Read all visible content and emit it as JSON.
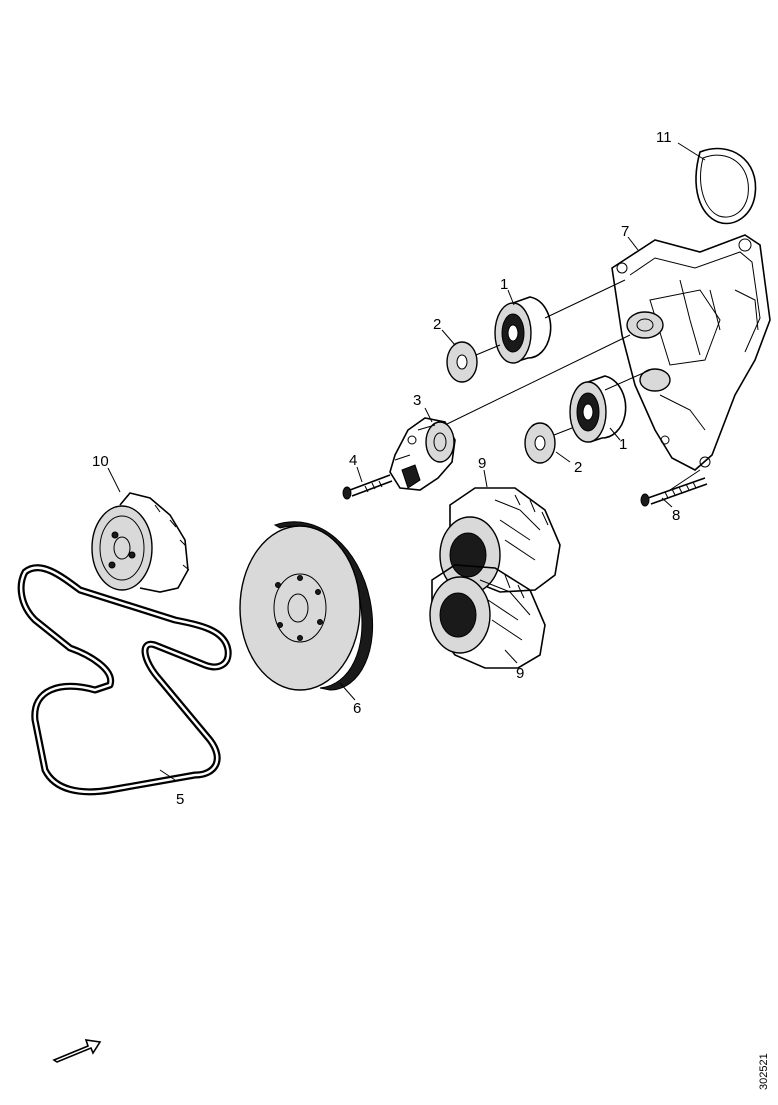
{
  "diagram": {
    "callouts": [
      {
        "id": "callout-1a",
        "text": "1"
      },
      {
        "id": "callout-1b",
        "text": "1"
      },
      {
        "id": "callout-2a",
        "text": "2"
      },
      {
        "id": "callout-2b",
        "text": "2"
      },
      {
        "id": "callout-3",
        "text": "3"
      },
      {
        "id": "callout-4",
        "text": "4"
      },
      {
        "id": "callout-5",
        "text": "5"
      },
      {
        "id": "callout-6",
        "text": "6"
      },
      {
        "id": "callout-7",
        "text": "7"
      },
      {
        "id": "callout-8",
        "text": "8"
      },
      {
        "id": "callout-9a",
        "text": "9"
      },
      {
        "id": "callout-9b",
        "text": "9"
      },
      {
        "id": "callout-10",
        "text": "10"
      },
      {
        "id": "callout-11",
        "text": "11"
      }
    ],
    "reference_number": "302521",
    "line_color": "#000000",
    "background_color": "#ffffff"
  }
}
